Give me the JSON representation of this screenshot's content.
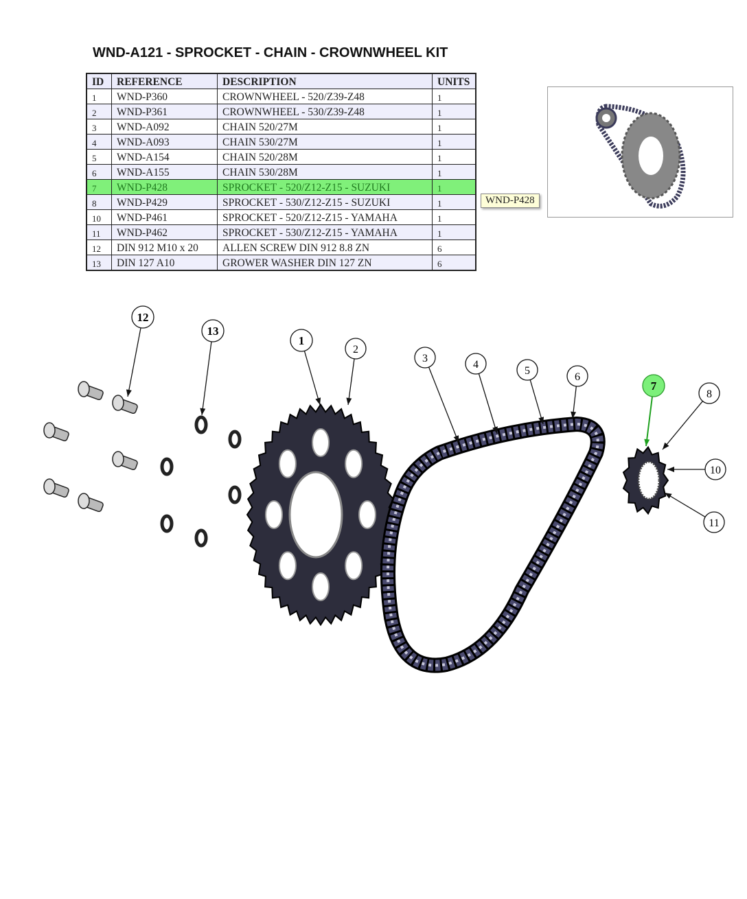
{
  "title": "WND-A121 - SPROCKET - CHAIN - CROWNWHEEL KIT",
  "table": {
    "headers": [
      "ID",
      "REFERENCE",
      "DESCRIPTION",
      "UNITS"
    ],
    "rows": [
      {
        "id": "1",
        "ref": "WND-P360",
        "desc": "CROWNWHEEL - 520/Z39-Z48",
        "units": "1"
      },
      {
        "id": "2",
        "ref": "WND-P361",
        "desc": "CROWNWHEEL - 530/Z39-Z48",
        "units": "1"
      },
      {
        "id": "3",
        "ref": "WND-A092",
        "desc": "CHAIN 520/27M",
        "units": "1"
      },
      {
        "id": "4",
        "ref": "WND-A093",
        "desc": "CHAIN 530/27M",
        "units": "1"
      },
      {
        "id": "5",
        "ref": "WND-A154",
        "desc": "CHAIN 520/28M",
        "units": "1"
      },
      {
        "id": "6",
        "ref": "WND-A155",
        "desc": "CHAIN 530/28M",
        "units": "1"
      },
      {
        "id": "7",
        "ref": "WND-P428",
        "desc": "SPROCKET - 520/Z12-Z15 - SUZUKI",
        "units": "1"
      },
      {
        "id": "8",
        "ref": "WND-P429",
        "desc": "SPROCKET - 530/Z12-Z15 - SUZUKI",
        "units": "1"
      },
      {
        "id": "10",
        "ref": "WND-P461",
        "desc": "SPROCKET - 520/Z12-Z15 - YAMAHA",
        "units": "1"
      },
      {
        "id": "11",
        "ref": "WND-P462",
        "desc": "SPROCKET - 530/Z12-Z15 - YAMAHA",
        "units": "1"
      },
      {
        "id": "12",
        "ref": "DIN 912 M10 x 20",
        "desc": "ALLEN SCREW DIN 912 8.8 ZN",
        "units": "6"
      },
      {
        "id": "13",
        "ref": "DIN 127 A10",
        "desc": "GROWER WASHER DIN 127 ZN",
        "units": "6"
      }
    ],
    "selected_id": "7"
  },
  "tooltip": "WND-P428",
  "callouts": [
    "12",
    "13",
    "1",
    "2",
    "3",
    "4",
    "5",
    "6",
    "7",
    "8",
    "10",
    "11"
  ],
  "colors": {
    "highlight": "#80f07a",
    "callout_active": "#7cf07a",
    "leader_active": "#1ea01e",
    "part": "#2d2d3c"
  }
}
